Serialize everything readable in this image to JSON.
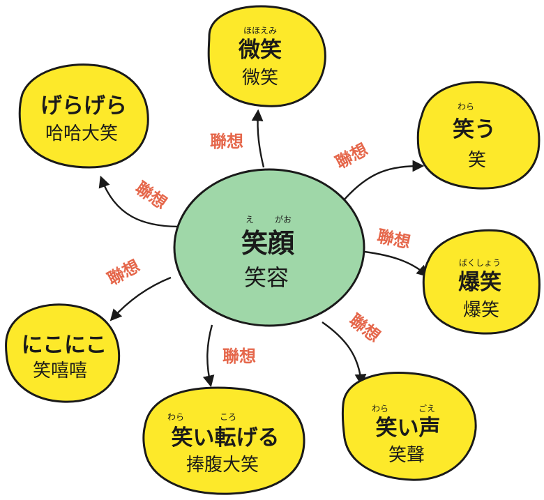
{
  "colors": {
    "center_fill": "#9fd7a8",
    "node_fill": "#fde92a",
    "outline": "#1a1a1a",
    "relation_text": "#e5674b"
  },
  "relation_label": "聯想",
  "center": {
    "ruby_1": "え",
    "ruby_2": "がお",
    "japanese": "笑顔",
    "chinese": "笑容"
  },
  "nodes": [
    {
      "id": "hohoemi",
      "ruby": "ほほえみ",
      "japanese": "微笑",
      "chinese": "微笑"
    },
    {
      "id": "warau",
      "ruby": "わら",
      "japanese": "笑う",
      "chinese": "笑"
    },
    {
      "id": "bakushou",
      "ruby": "ばくしょう",
      "japanese": "爆笑",
      "chinese": "爆笑"
    },
    {
      "id": "waraigoe",
      "ruby_1": "わら",
      "ruby_2": "ごえ",
      "japanese": "笑い声",
      "chinese": "笑聲"
    },
    {
      "id": "waraikorogeru",
      "ruby_1": "わら",
      "ruby_2": "ころ",
      "japanese": "笑い転げる",
      "chinese": "捧腹大笑"
    },
    {
      "id": "nikoniko",
      "japanese": "にこにこ",
      "chinese": "笑嘻嘻"
    },
    {
      "id": "geragera",
      "japanese": "げらげら",
      "chinese": "哈哈大笑"
    }
  ]
}
